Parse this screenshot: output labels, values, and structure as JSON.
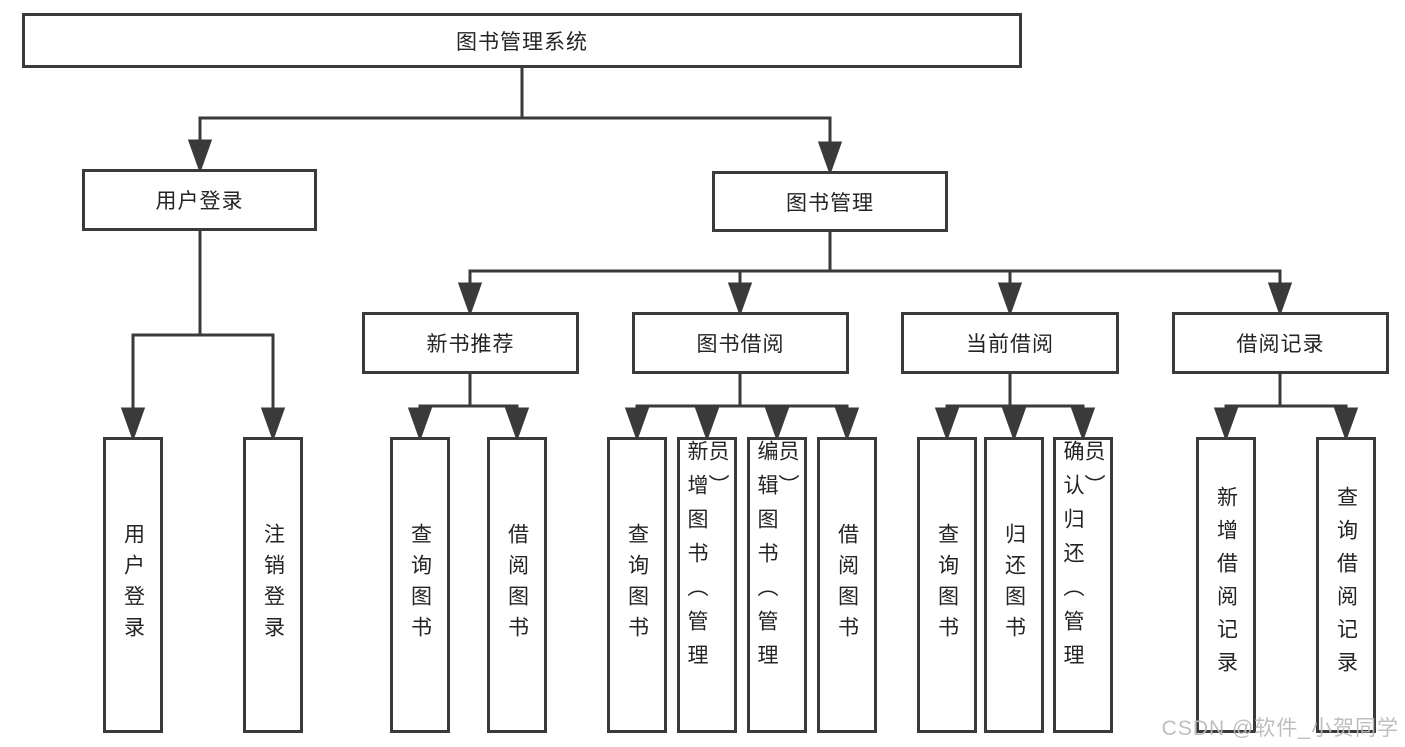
{
  "diagram": {
    "root": {
      "label": "图书管理系统"
    },
    "user_login": {
      "label": "用户登录",
      "children": [
        {
          "label": "用户登录"
        },
        {
          "label": "注销登录"
        }
      ]
    },
    "book_management": {
      "label": "图书管理",
      "sections": [
        {
          "label": "新书推荐",
          "children": [
            {
              "label": "查询图书"
            },
            {
              "label": "借阅图书"
            }
          ]
        },
        {
          "label": "图书借阅",
          "children": [
            {
              "label": "查询图书"
            },
            {
              "label": "新增图书（管理员）"
            },
            {
              "label": "编辑图书（管理员）"
            },
            {
              "label": "借阅图书"
            }
          ]
        },
        {
          "label": "当前借阅",
          "children": [
            {
              "label": "查询图书"
            },
            {
              "label": "归还图书"
            },
            {
              "label": "确认归还（管理员）"
            }
          ]
        },
        {
          "label": "借阅记录",
          "children": [
            {
              "label": "新增借阅记录"
            },
            {
              "label": "查询借阅记录"
            }
          ]
        }
      ]
    }
  },
  "watermark": {
    "text": "CSDN @软件_小贺同学"
  },
  "colors": {
    "line": "#3a3a3a",
    "box_border": "#3a3a3a",
    "box_background": "#ffffff",
    "text": "#242424",
    "watermark": "#bababa",
    "background": "#ffffff"
  }
}
